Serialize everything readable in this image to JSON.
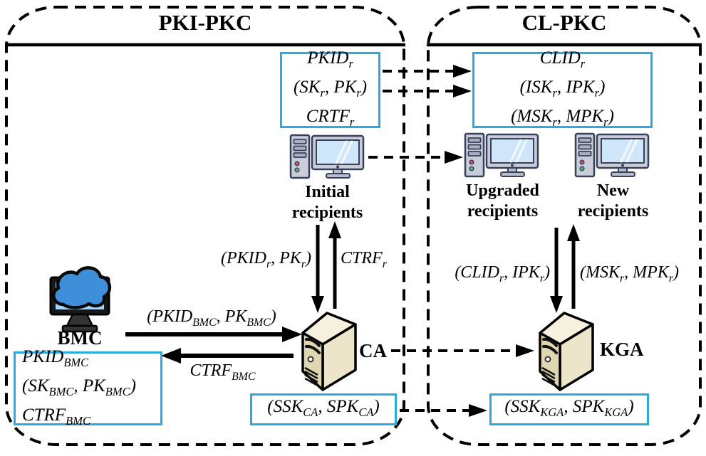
{
  "colors": {
    "box_border": "#29ABE2",
    "line_black": "#000000",
    "screen_blue": "#cfe6f9",
    "cloud_blue": "#3e8ed9",
    "server_beige": "#ece5ca"
  },
  "panels": {
    "pki": {
      "title": "PKI-PKC"
    },
    "cl": {
      "title": "CL-PKC"
    }
  },
  "boxes": {
    "pki_recipient": {
      "lines": [
        "PKID_{r}",
        "(SK_{r}, PK_{r})",
        "CRTF_{r}"
      ]
    },
    "cl_recipient": {
      "lines": [
        "CLID_{r}",
        "(ISK_{r}, IPK_{r})",
        "(MSK_{r}, MPK_{r})"
      ]
    },
    "bmc": {
      "lines": [
        "PKID_{BMC}",
        "(SK_{BMC}, PK_{BMC})",
        "CTRF_{BMC}"
      ]
    },
    "ca": {
      "line": "(SSK_{CA}, SPK_{CA})"
    },
    "kga": {
      "line": "(SSK_{KGA}, SPK_{KGA})"
    }
  },
  "nodes": {
    "initial_recipients": {
      "label": "Initial recipients"
    },
    "upgraded_recipients": {
      "label": "Upgraded recipients"
    },
    "new_recipients": {
      "label": "New recipients"
    },
    "bmc": {
      "label": "BMC"
    },
    "ca": {
      "label": "CA"
    },
    "kga": {
      "label": "KGA"
    }
  },
  "edge_labels": {
    "recipient_to_ca": "(PKID_{r}, PK_{r})",
    "ca_to_recipient": "CTRF_{r}",
    "recipient_to_kga": "(CLID_{r}, IPK_{r})",
    "kga_to_recipient": "(MSK_{r}, MPK_{r})",
    "bmc_to_ca": "(PKID_{BMC}, PK_{BMC})",
    "ca_to_bmc": "CTRF_{BMC}"
  },
  "icons": {
    "desktop": "desktop-computer-icon",
    "server": "server-tower-icon",
    "bmc": "cloud-monitor-icon"
  }
}
